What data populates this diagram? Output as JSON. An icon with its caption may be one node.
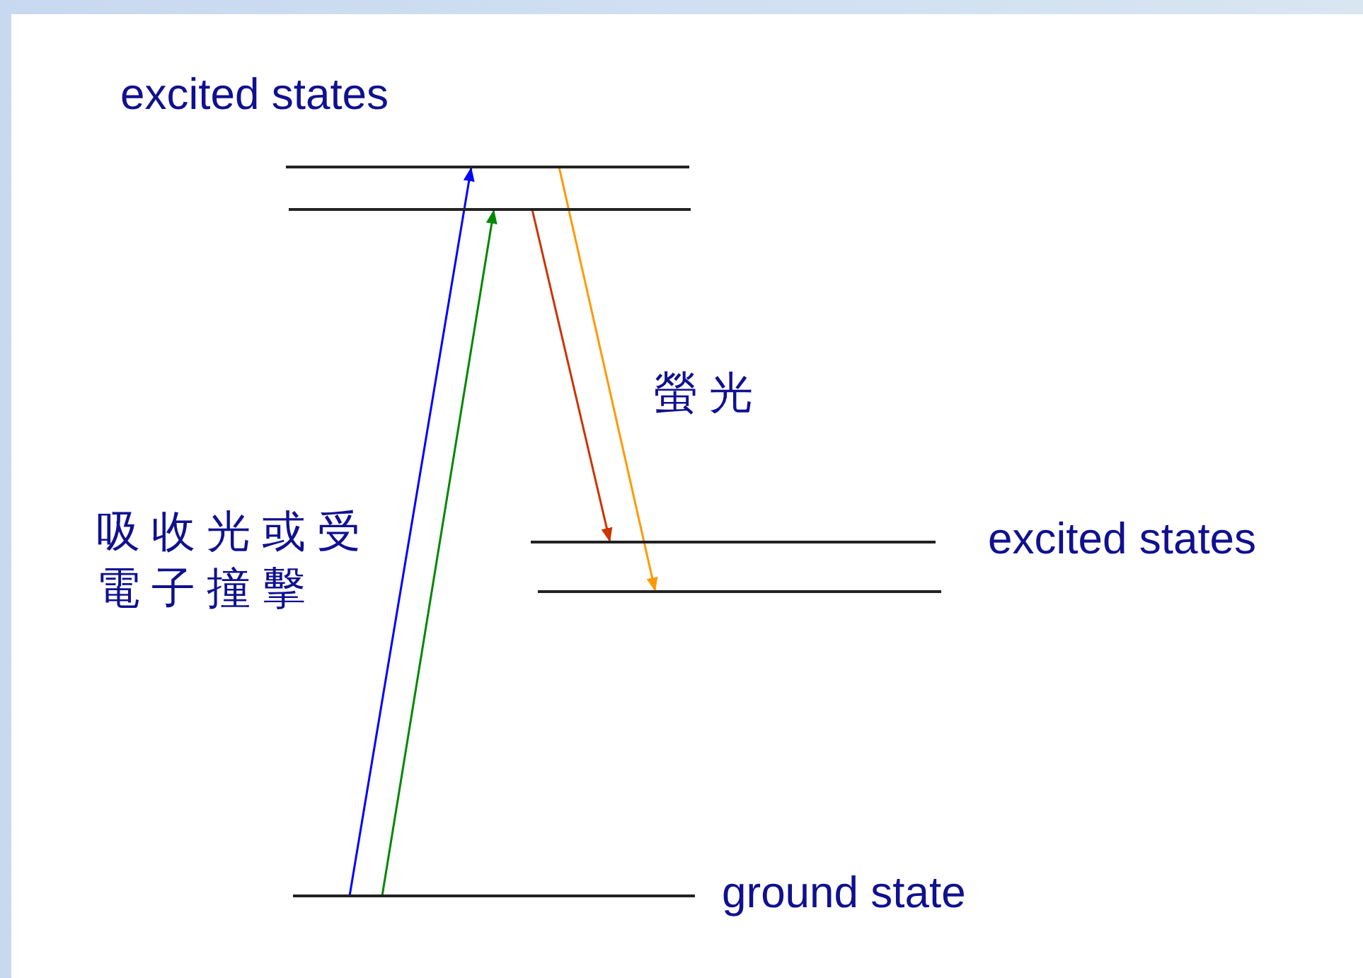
{
  "diagram": {
    "nodes": [
      {
        "text": [],
        "shape": "line"
      },
      {
        "text": [],
        "shape": "line"
      },
      {
        "text": [],
        "shape": "line"
      },
      {
        "text": [],
        "shape": "line"
      },
      {
        "text": [],
        "shape": "line"
      }
    ],
    "edges": [
      {
        "from": 4,
        "to": 0,
        "arrow": "to",
        "color": "#0000ff"
      },
      {
        "from": 4,
        "to": 1,
        "arrow": "to",
        "color": "#008800"
      },
      {
        "from": 1,
        "to": 2,
        "arrow": "to",
        "color": "#cc3300"
      },
      {
        "from": 0,
        "to": 3,
        "arrow": "to",
        "color": "#ff9900"
      }
    ],
    "labels": [
      "excited states",
      "螢光",
      "吸收光或受電子撞擊",
      "excited states",
      "ground state"
    ]
  }
}
